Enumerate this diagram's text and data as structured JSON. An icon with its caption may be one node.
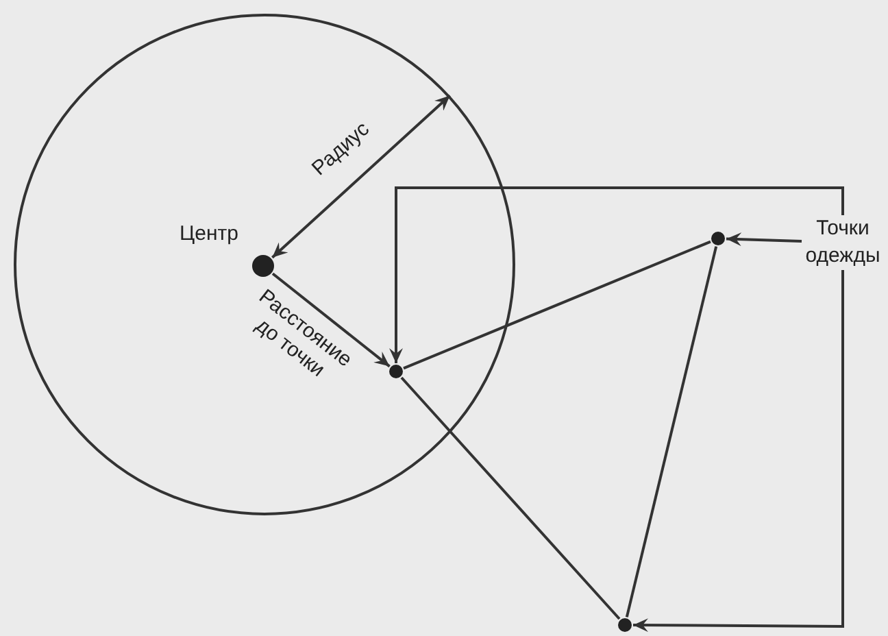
{
  "diagram": {
    "nodes": [
      {
        "text": [],
        "shape": "circle"
      },
      {
        "text": [],
        "shape": "circle",
        "in": 0
      },
      {
        "text": [],
        "shape": "circle"
      },
      {
        "text": [
          "Точки одежды"
        ]
      },
      {
        "text": [],
        "shape": "circle",
        "in": 0
      },
      {
        "text": [],
        "shape": "circle"
      }
    ],
    "edges": [
      {
        "from": 1,
        "to": 0,
        "arrow": "both",
        "label": "Радиус"
      },
      {
        "from": 1,
        "to": 4,
        "arrow": "to",
        "label": "Расстояние до точки"
      },
      {
        "from": 4,
        "to": 2,
        "arrow": "none"
      },
      {
        "from": 2,
        "to": 5,
        "arrow": "none"
      },
      {
        "from": 4,
        "to": 5,
        "arrow": "none"
      },
      {
        "from": 3,
        "to": 2,
        "arrow": "to"
      },
      {
        "from": 3,
        "to": 4,
        "arrow": "to"
      },
      {
        "from": 3,
        "to": 5,
        "arrow": "to"
      }
    ],
    "labels": [
      "Центр"
    ]
  }
}
